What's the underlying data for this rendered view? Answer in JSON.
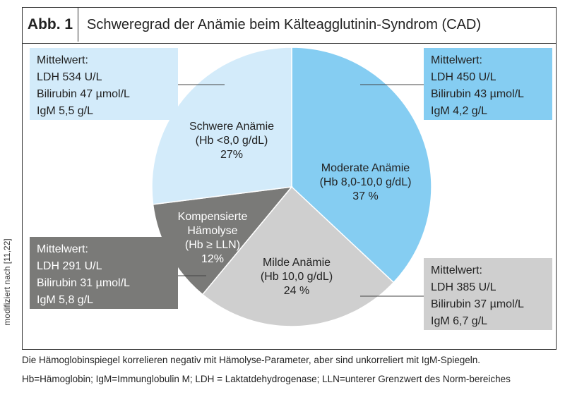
{
  "figure": {
    "number_label": "Abb. 1",
    "title": "Schweregrad der Anämie beim Kälteagglutinin-Syndrom (CAD)",
    "source_note": "modifiziert nach [11,22]"
  },
  "boxes": {
    "top_left": [
      "Mittelwert:",
      "LDH 534 U/L",
      "Bilirubin 47 µmol/L",
      "IgM 5,5 g/L"
    ],
    "top_right": [
      "Mittelwert:",
      "LDH 450 U/L",
      "Bilirubin 43 µmol/L",
      "IgM 4,2 g/L"
    ],
    "bottom_left": [
      "Mittelwert:",
      "LDH 291 U/L",
      "Bilirubin 31 µmol/L",
      "IgM 5,8 g/L"
    ],
    "bottom_right": [
      "Mittelwert:",
      "LDH 385 U/L",
      "Bilirubin 37 µmol/L",
      "IgM 6,7 g/L"
    ]
  },
  "slice_labels": {
    "schwere": [
      "Schwere Anämie",
      "(Hb <8,0 g/dL)",
      "27%"
    ],
    "moderate": [
      "Moderate Anämie",
      "(Hb 8,0-10,0 g/dL)",
      "37 %"
    ],
    "milde": [
      "Milde Anämie",
      "(Hb 10,0 g/dL)",
      "24 %"
    ],
    "kompensiert": [
      "Kompensierte",
      "Hämolyse",
      "(Hb ≥ LLN)",
      "12%"
    ]
  },
  "footer": {
    "line1": "Die Hämoglobinspiegel korrelieren negativ mit Hämolyse-Parameter, aber sind unkorreliert mit IgM-Spiegeln.",
    "line2": "Hb=Hämoglobin; IgM=Immunglobulin M; LDH = Laktatdehydrogenase; LLN=unterer Grenzwert des Norm-bereiches"
  },
  "chart_data": {
    "type": "pie",
    "start": "12 o'clock, clockwise",
    "slices": [
      {
        "label": "Moderate Anämie (Hb 8,0-10,0 g/dL)",
        "value": 37,
        "color": "#85cdf2"
      },
      {
        "label": "Milde Anämie (Hb 10,0 g/dL)",
        "value": 24,
        "color": "#cfcfcf"
      },
      {
        "label": "Kompensierte Hämolyse (Hb ≥ LLN)",
        "value": 12,
        "color": "#7a7a78"
      },
      {
        "label": "Schwere Anämie (Hb <8,0 g/dL)",
        "value": 27,
        "color": "#d3ebfa"
      }
    ]
  }
}
